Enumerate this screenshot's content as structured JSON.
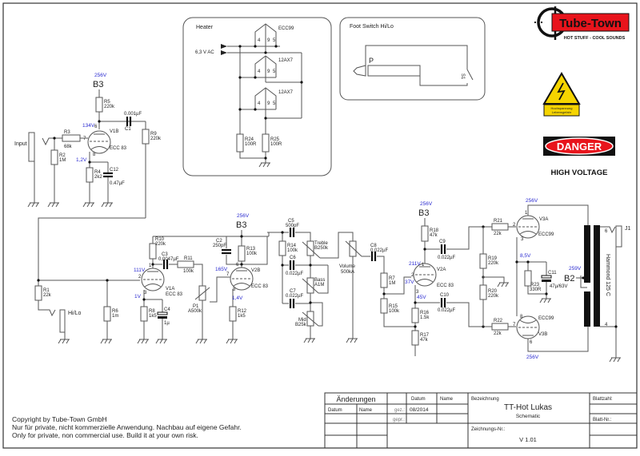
{
  "title_block": {
    "changes_header": "Änderungen",
    "col_datum": "Datum",
    "col_name": "Name",
    "datum_header": "Datum",
    "name_header": "Name",
    "gez_label": "gez.:",
    "gez_date": "08/2014",
    "gepr_label": "gepr.:",
    "bezeichnung_label": "Bezeichnung",
    "project_title": "TT-Hot Lukas",
    "project_subtitle": "Schematic",
    "zeichnungs_label": "Zeichnungs-Nr.:",
    "version": "V 1.01",
    "blattzahl_label": "Blattzahl:",
    "blatt_nr_label": "Blatt-Nr.:"
  },
  "copyright": {
    "line1": "Copyright by Tube-Town GmbH",
    "line2": "Nur für private, nicht kommerzielle Anwendung. Nachbau auf eigene Gefahr.",
    "line3": "Only for private, non commercial use. Build it at your own risk."
  },
  "logo": {
    "brand": "Tube-Town",
    "tagline": "HOT STUFF - COOL SOUNDS",
    "warning_line1": "Hochspannung",
    "warning_line2": "Lebensgefahr",
    "danger": "DANGER",
    "high_voltage": "HIGH VOLTAGE",
    "brand_color": "#e8141c",
    "warning_color": "#f5d400"
  },
  "heater": {
    "title": "Heater",
    "supply": "6,3 V AC",
    "tubes": [
      {
        "name": "ECC99",
        "pins": [
          "4",
          "9",
          "5"
        ]
      },
      {
        "name": "12AX7",
        "pins": [
          "4",
          "9",
          "5"
        ]
      },
      {
        "name": "12AX7",
        "pins": [
          "4",
          "9",
          "5"
        ]
      }
    ],
    "r24": {
      "ref": "R24",
      "value": "100R"
    },
    "r25": {
      "ref": "R25",
      "value": "100R"
    }
  },
  "footswitch": {
    "title": "Foot Switch Hi/Lo",
    "plug": "P",
    "switch": "S1"
  },
  "stage1": {
    "input_label": "Input",
    "rail": {
      "node": "B3",
      "voltage": "256V"
    },
    "r5": {
      "ref": "R5",
      "value": "220k"
    },
    "c1": {
      "ref": "C1",
      "value": "0.001µF"
    },
    "r9": {
      "ref": "R9",
      "value": "220k"
    },
    "r3": {
      "ref": "R3",
      "value": "68k"
    },
    "r2": {
      "ref": "R2",
      "value": "1M"
    },
    "r4": {
      "ref": "R4",
      "value": "2k2"
    },
    "c12": {
      "ref": "C12",
      "value": "0.47µF"
    },
    "tube": {
      "ref": "V1B",
      "type": "ECC 83",
      "pin_plate": "6",
      "pin_grid": "7",
      "pin_cathode": "8"
    },
    "plate_voltage": "134V",
    "cathode_voltage": "1,2V"
  },
  "stage2": {
    "r1": {
      "ref": "R1",
      "value": "22k"
    },
    "hilo_label": "Hi/Lo",
    "r6": {
      "ref": "R6",
      "value": "1m"
    },
    "r10": {
      "ref": "R10",
      "value": "220k"
    },
    "c3": {
      "ref": "C3",
      "value": "0,0047µF"
    },
    "r11": {
      "ref": "R11",
      "value": "100k"
    },
    "p1": {
      "ref": "P1",
      "value": "A500k"
    },
    "r8": {
      "ref": "R8",
      "value": "1k5"
    },
    "c4": {
      "ref": "C4",
      "value": "1µ"
    },
    "tube": {
      "ref": "V1A",
      "type": "ECC 83",
      "pin_plate": "1",
      "pin_grid": "2",
      "pin_cathode": "3"
    },
    "plate_voltage": "111V",
    "cathode_voltage": "1V"
  },
  "stage3": {
    "rail": {
      "node": "B3",
      "voltage": "256V"
    },
    "c2": {
      "ref": "C2",
      "value": "250pF"
    },
    "r13": {
      "ref": "R13",
      "value": "100k"
    },
    "r12": {
      "ref": "R12",
      "value": "1k5"
    },
    "tube": {
      "ref": "V2B",
      "type": "ECC 83",
      "pin_plate": "6",
      "pin_grid": "7",
      "pin_cathode": "8"
    },
    "plate_voltage": "165V",
    "cathode_voltage": "1,4V"
  },
  "tonestack": {
    "c5": {
      "ref": "C5",
      "value": "500pF"
    },
    "r14": {
      "ref": "R14",
      "value": "100k"
    },
    "c6": {
      "ref": "C6",
      "value": "0.022µF"
    },
    "c7": {
      "ref": "C7",
      "value": "0.022µF"
    },
    "treble": {
      "ref": "Treble",
      "value": "B250k"
    },
    "bass": {
      "ref": "Bass",
      "value": "A1M"
    },
    "mid": {
      "ref": "Mid",
      "value": "B25k"
    },
    "volume": {
      "ref": "Volume",
      "value": "500kA"
    },
    "c8": {
      "ref": "C8",
      "value": "0.022µF"
    }
  },
  "stage4": {
    "rail": {
      "node": "B3",
      "voltage": "256V"
    },
    "r7": {
      "ref": "R7",
      "value": "1M"
    },
    "r15": {
      "ref": "R15",
      "value": "100k"
    },
    "r18": {
      "ref": "R18",
      "value": "47k"
    },
    "c9": {
      "ref": "C9",
      "value": "0.022µF"
    },
    "c10": {
      "ref": "C10",
      "value": "0.022µF"
    },
    "r16": {
      "ref": "R16",
      "value": "1.5k"
    },
    "r17": {
      "ref": "R17",
      "value": "47k"
    },
    "tube": {
      "ref": "V2A",
      "type": "ECC 83",
      "pin_plate": "1",
      "pin_grid": "2",
      "pin_cathode": "3"
    },
    "plate_voltage": "211V",
    "grid_voltage": "37V",
    "cathode_voltage": "45V"
  },
  "output": {
    "r21": {
      "ref": "R21",
      "value": "22k"
    },
    "r19": {
      "ref": "R19",
      "value": "220k"
    },
    "r20": {
      "ref": "R20",
      "value": "220k"
    },
    "r22": {
      "ref": "R22",
      "value": "22k"
    },
    "r23": {
      "ref": "R23",
      "value": "330R"
    },
    "c11": {
      "ref": "C11",
      "value": "47µ/63V"
    },
    "v3a": {
      "ref": "V3A",
      "type": "ECC99",
      "pin_plate": "1",
      "pin_grid": "2",
      "pin_cathode": "3"
    },
    "v3b": {
      "ref": "V3B",
      "type": "ECC99",
      "pin_plate": "6",
      "pin_grid": "7",
      "pin_cathode": "8"
    },
    "top_voltage": "256V",
    "bottom_voltage": "256V",
    "cathode_voltage": "8,5V",
    "b2": {
      "node": "B2",
      "voltage": "259V"
    },
    "transformer": {
      "name": "Hammond 125 C",
      "pin_top": "6",
      "pin_bottom": "4"
    },
    "jack": "J1"
  }
}
